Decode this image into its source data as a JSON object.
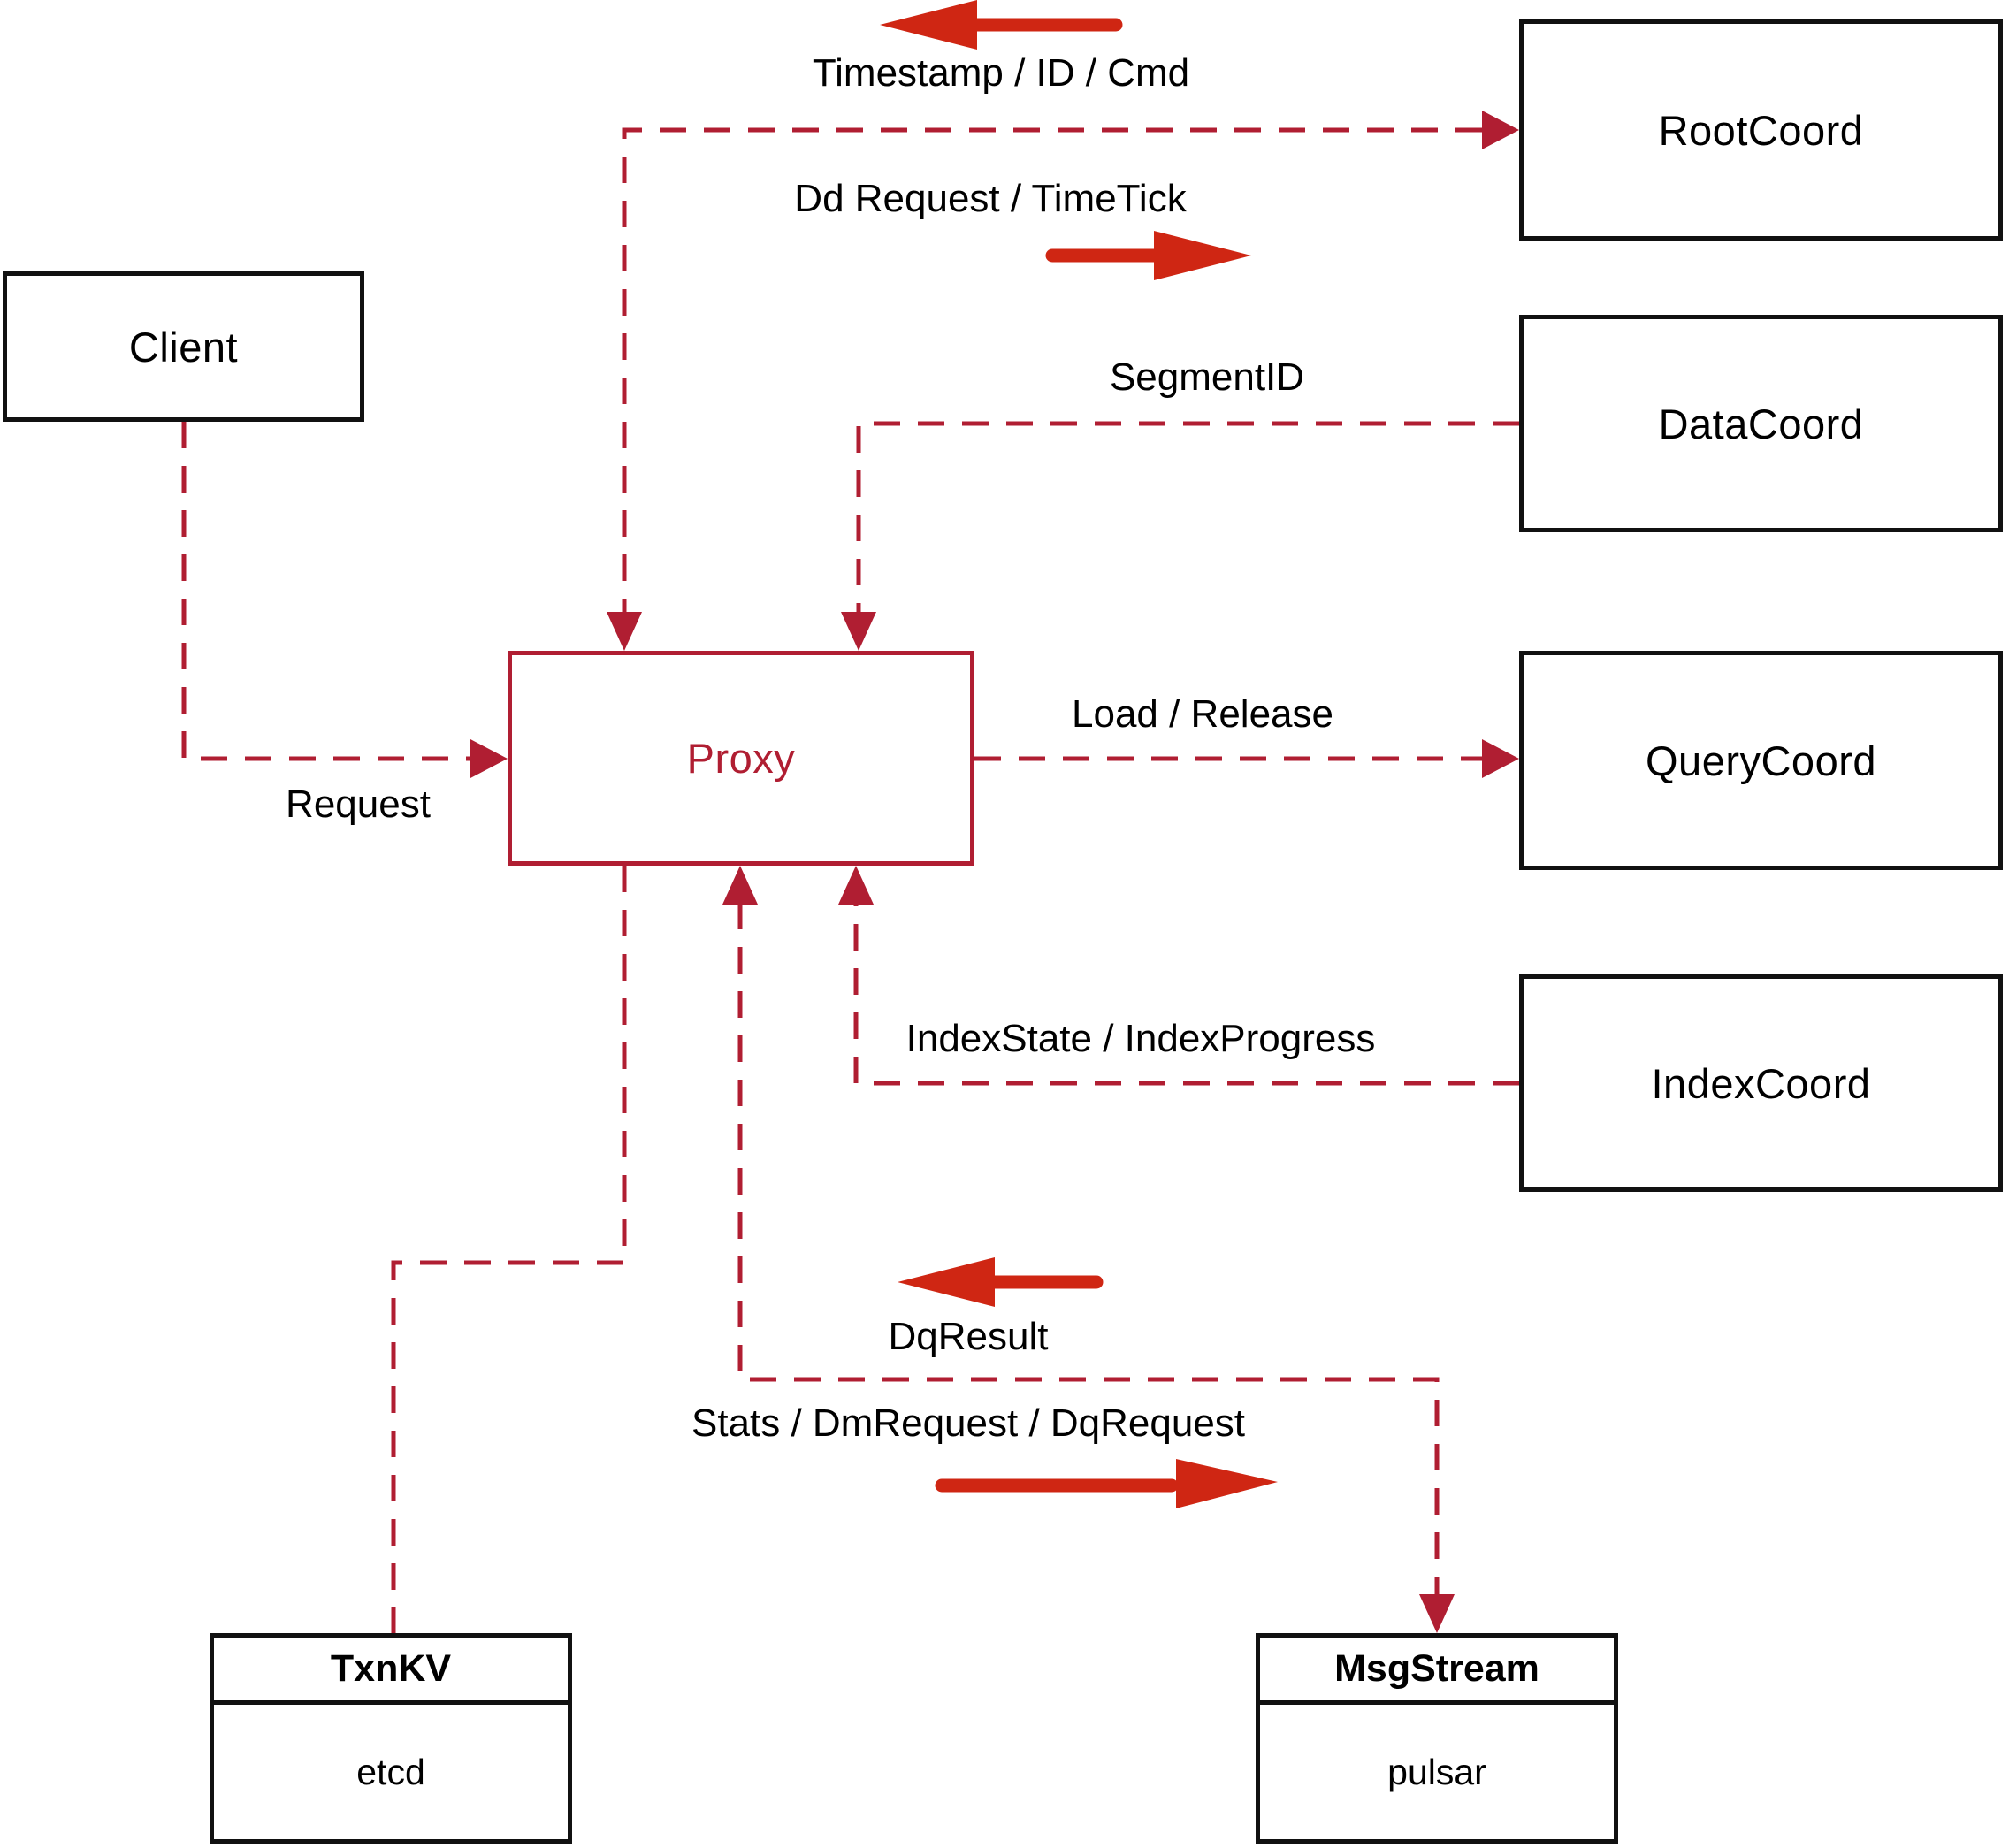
{
  "diagram": {
    "nodes": {
      "client": {
        "label": "Client"
      },
      "proxy": {
        "label": "Proxy"
      },
      "root_coord": {
        "label": "RootCoord"
      },
      "data_coord": {
        "label": "DataCoord"
      },
      "query_coord": {
        "label": "QueryCoord"
      },
      "index_coord": {
        "label": "IndexCoord"
      },
      "txn_kv": {
        "title": "TxnKV",
        "impl": "etcd"
      },
      "msg_stream": {
        "title": "MsgStream",
        "impl": "pulsar"
      }
    },
    "edge_labels": {
      "timestamp_id_cmd": "Timestamp / ID / Cmd",
      "dd_request_timetick": "Dd Request / TimeTick",
      "segment_id": "SegmentID",
      "load_release": "Load / Release",
      "request": "Request",
      "index_state_progress": "IndexState / IndexProgress",
      "dq_result": "DqResult",
      "stats_dm_dq_request": "Stats / DmRequest / DqRequest"
    },
    "colors": {
      "connector": "#b01e32",
      "proxy_accent": "#b01e32",
      "label_arrow": "#cf2613",
      "box_border": "#111111",
      "text": "#000000",
      "background": "#ffffff"
    }
  }
}
